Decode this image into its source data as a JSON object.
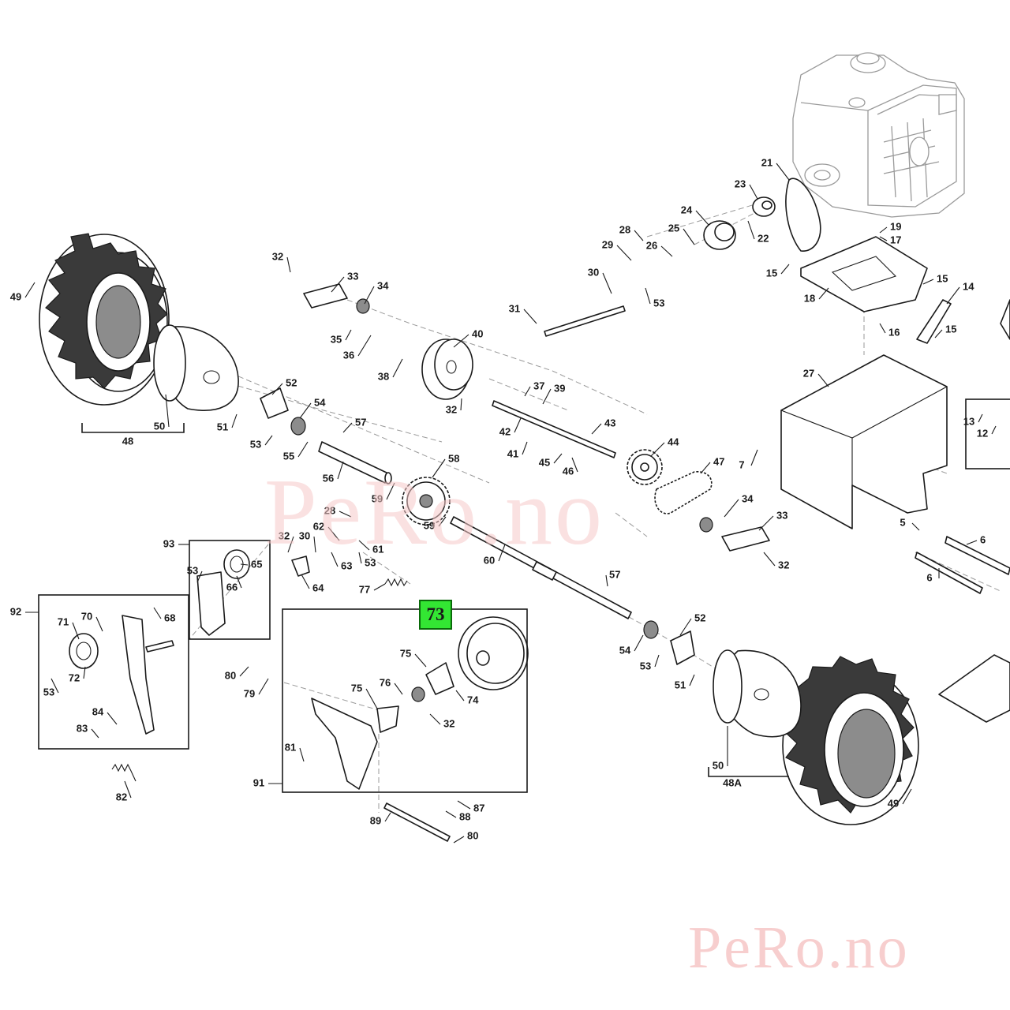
{
  "watermark": {
    "center": "PeRo.no",
    "corner": "PeRo.no"
  },
  "highlight": {
    "number": "73",
    "color": "#33e633"
  },
  "callouts": [
    {
      "id": "c49a",
      "text": "49"
    },
    {
      "id": "c48",
      "text": "48"
    },
    {
      "id": "c50a",
      "text": "50"
    },
    {
      "id": "c32a",
      "text": "32"
    },
    {
      "id": "c33a",
      "text": "33"
    },
    {
      "id": "c34a",
      "text": "34"
    },
    {
      "id": "c35",
      "text": "35"
    },
    {
      "id": "c36",
      "text": "36"
    },
    {
      "id": "c38",
      "text": "38"
    },
    {
      "id": "c40",
      "text": "40"
    },
    {
      "id": "c31",
      "text": "31"
    },
    {
      "id": "c30a",
      "text": "30"
    },
    {
      "id": "c53a",
      "text": "53"
    },
    {
      "id": "c29",
      "text": "29"
    },
    {
      "id": "c28a",
      "text": "28"
    },
    {
      "id": "c26",
      "text": "26"
    },
    {
      "id": "c25",
      "text": "25"
    },
    {
      "id": "c24",
      "text": "24"
    },
    {
      "id": "c23",
      "text": "23"
    },
    {
      "id": "c22",
      "text": "22"
    },
    {
      "id": "c21",
      "text": "21"
    },
    {
      "id": "c19",
      "text": "19"
    },
    {
      "id": "c17",
      "text": "17"
    },
    {
      "id": "c15a",
      "text": "15"
    },
    {
      "id": "c18",
      "text": "18"
    },
    {
      "id": "c15b",
      "text": "15"
    },
    {
      "id": "c14",
      "text": "14"
    },
    {
      "id": "c15c",
      "text": "15"
    },
    {
      "id": "c16",
      "text": "16"
    },
    {
      "id": "c27",
      "text": "27"
    },
    {
      "id": "c13",
      "text": "13"
    },
    {
      "id": "c12",
      "text": "12"
    },
    {
      "id": "c7",
      "text": "7"
    },
    {
      "id": "c52a",
      "text": "52"
    },
    {
      "id": "c51a",
      "text": "51"
    },
    {
      "id": "c54a",
      "text": "54"
    },
    {
      "id": "c53b",
      "text": "53"
    },
    {
      "id": "c55",
      "text": "55"
    },
    {
      "id": "c57a",
      "text": "57"
    },
    {
      "id": "c56",
      "text": "56"
    },
    {
      "id": "c59a",
      "text": "59"
    },
    {
      "id": "c32b",
      "text": "32"
    },
    {
      "id": "c37",
      "text": "37"
    },
    {
      "id": "c39",
      "text": "39"
    },
    {
      "id": "c42",
      "text": "42"
    },
    {
      "id": "c41",
      "text": "41"
    },
    {
      "id": "c43",
      "text": "43"
    },
    {
      "id": "c45",
      "text": "45"
    },
    {
      "id": "c46",
      "text": "46"
    },
    {
      "id": "c44",
      "text": "44"
    },
    {
      "id": "c47",
      "text": "47"
    },
    {
      "id": "c34b",
      "text": "34"
    },
    {
      "id": "c33b",
      "text": "33"
    },
    {
      "id": "c32c",
      "text": "32"
    },
    {
      "id": "c58",
      "text": "58"
    },
    {
      "id": "c59b",
      "text": "59"
    },
    {
      "id": "c60",
      "text": "60"
    },
    {
      "id": "c28b",
      "text": "28"
    },
    {
      "id": "c62",
      "text": "62"
    },
    {
      "id": "c61",
      "text": "61"
    },
    {
      "id": "c53c",
      "text": "53"
    },
    {
      "id": "c63",
      "text": "63"
    },
    {
      "id": "c30b",
      "text": "30"
    },
    {
      "id": "c32d",
      "text": "32"
    },
    {
      "id": "c64",
      "text": "64"
    },
    {
      "id": "c93",
      "text": "93"
    },
    {
      "id": "c53d",
      "text": "53"
    },
    {
      "id": "c65",
      "text": "65"
    },
    {
      "id": "c66",
      "text": "66"
    },
    {
      "id": "c92",
      "text": "92"
    },
    {
      "id": "c71",
      "text": "71"
    },
    {
      "id": "c70",
      "text": "70"
    },
    {
      "id": "c68",
      "text": "68"
    },
    {
      "id": "c72",
      "text": "72"
    },
    {
      "id": "c53e",
      "text": "53"
    },
    {
      "id": "c84",
      "text": "84"
    },
    {
      "id": "c83",
      "text": "83"
    },
    {
      "id": "c82",
      "text": "82"
    },
    {
      "id": "c77",
      "text": "77"
    },
    {
      "id": "c57b",
      "text": "57"
    },
    {
      "id": "c80a",
      "text": "80"
    },
    {
      "id": "c79",
      "text": "79"
    },
    {
      "id": "c75a",
      "text": "75"
    },
    {
      "id": "c76",
      "text": "76"
    },
    {
      "id": "c74",
      "text": "74"
    },
    {
      "id": "c75b",
      "text": "75"
    },
    {
      "id": "c32e",
      "text": "32"
    },
    {
      "id": "c81",
      "text": "81"
    },
    {
      "id": "c91",
      "text": "91"
    },
    {
      "id": "c89",
      "text": "89"
    },
    {
      "id": "c88",
      "text": "88"
    },
    {
      "id": "c87",
      "text": "87"
    },
    {
      "id": "c80b",
      "text": "80"
    },
    {
      "id": "c52b",
      "text": "52"
    },
    {
      "id": "c54b",
      "text": "54"
    },
    {
      "id": "c53f",
      "text": "53"
    },
    {
      "id": "c51b",
      "text": "51"
    },
    {
      "id": "c50b",
      "text": "50"
    },
    {
      "id": "c48A",
      "text": "48A"
    },
    {
      "id": "c49b",
      "text": "49"
    },
    {
      "id": "c5",
      "text": "5"
    },
    {
      "id": "c6a",
      "text": "6"
    },
    {
      "id": "c6b",
      "text": "6"
    }
  ]
}
